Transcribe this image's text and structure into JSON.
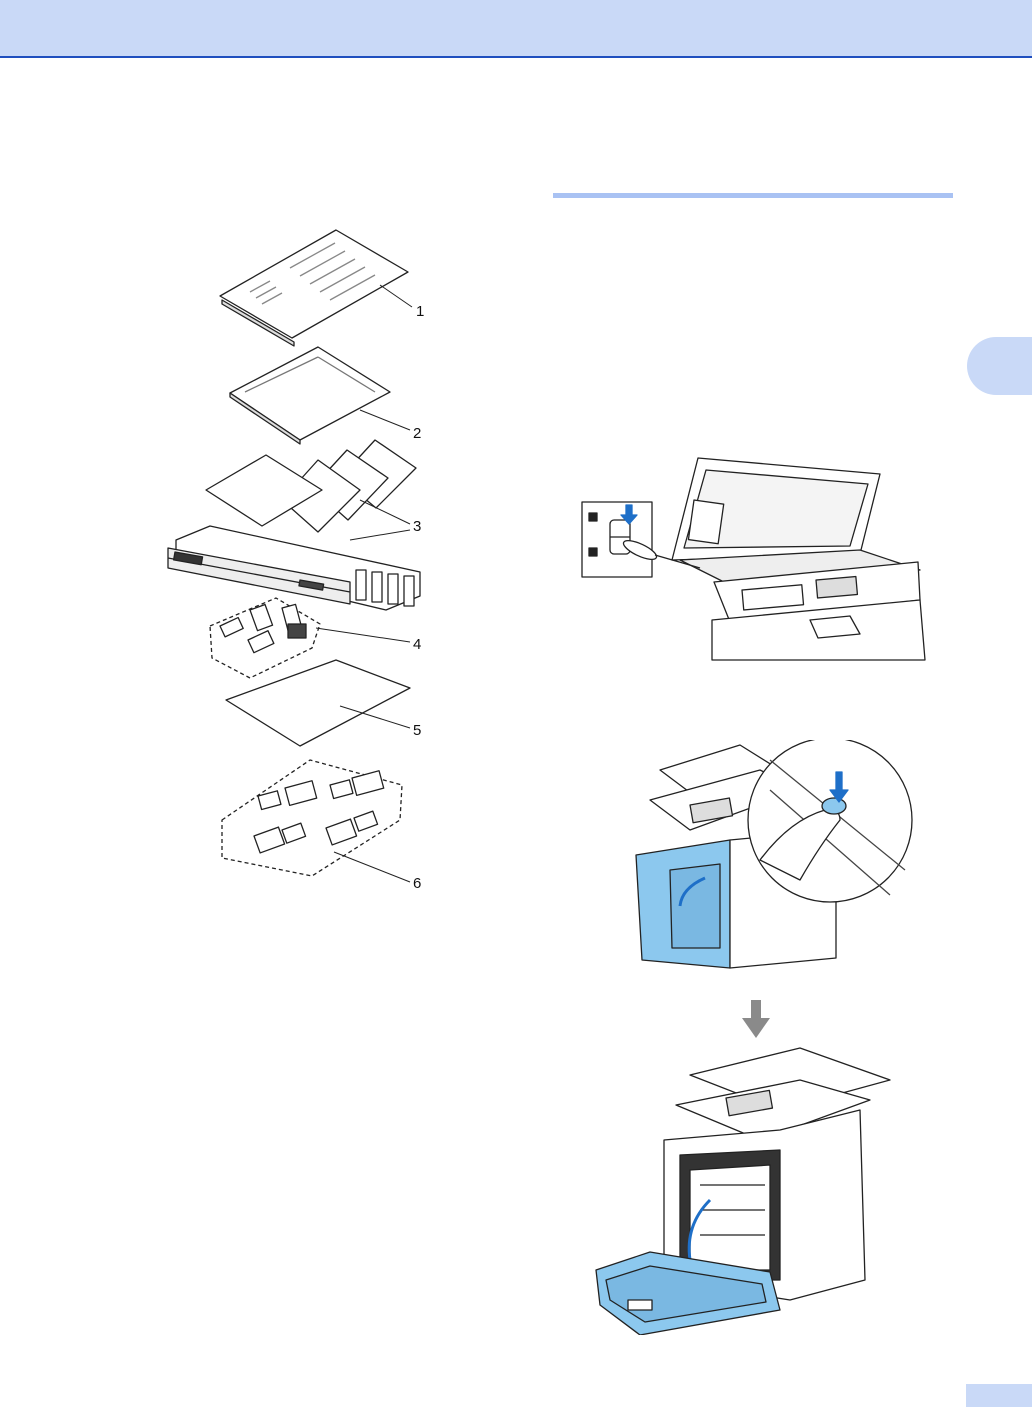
{
  "figure_left": {
    "callouts": [
      "1",
      "2",
      "3",
      "4",
      "5",
      "6"
    ]
  },
  "colors": {
    "header_band": "#c9d9f7",
    "header_rule": "#1f4fbf",
    "section_rule": "#a9c2f3",
    "accent_blue": "#8cc8ee"
  }
}
